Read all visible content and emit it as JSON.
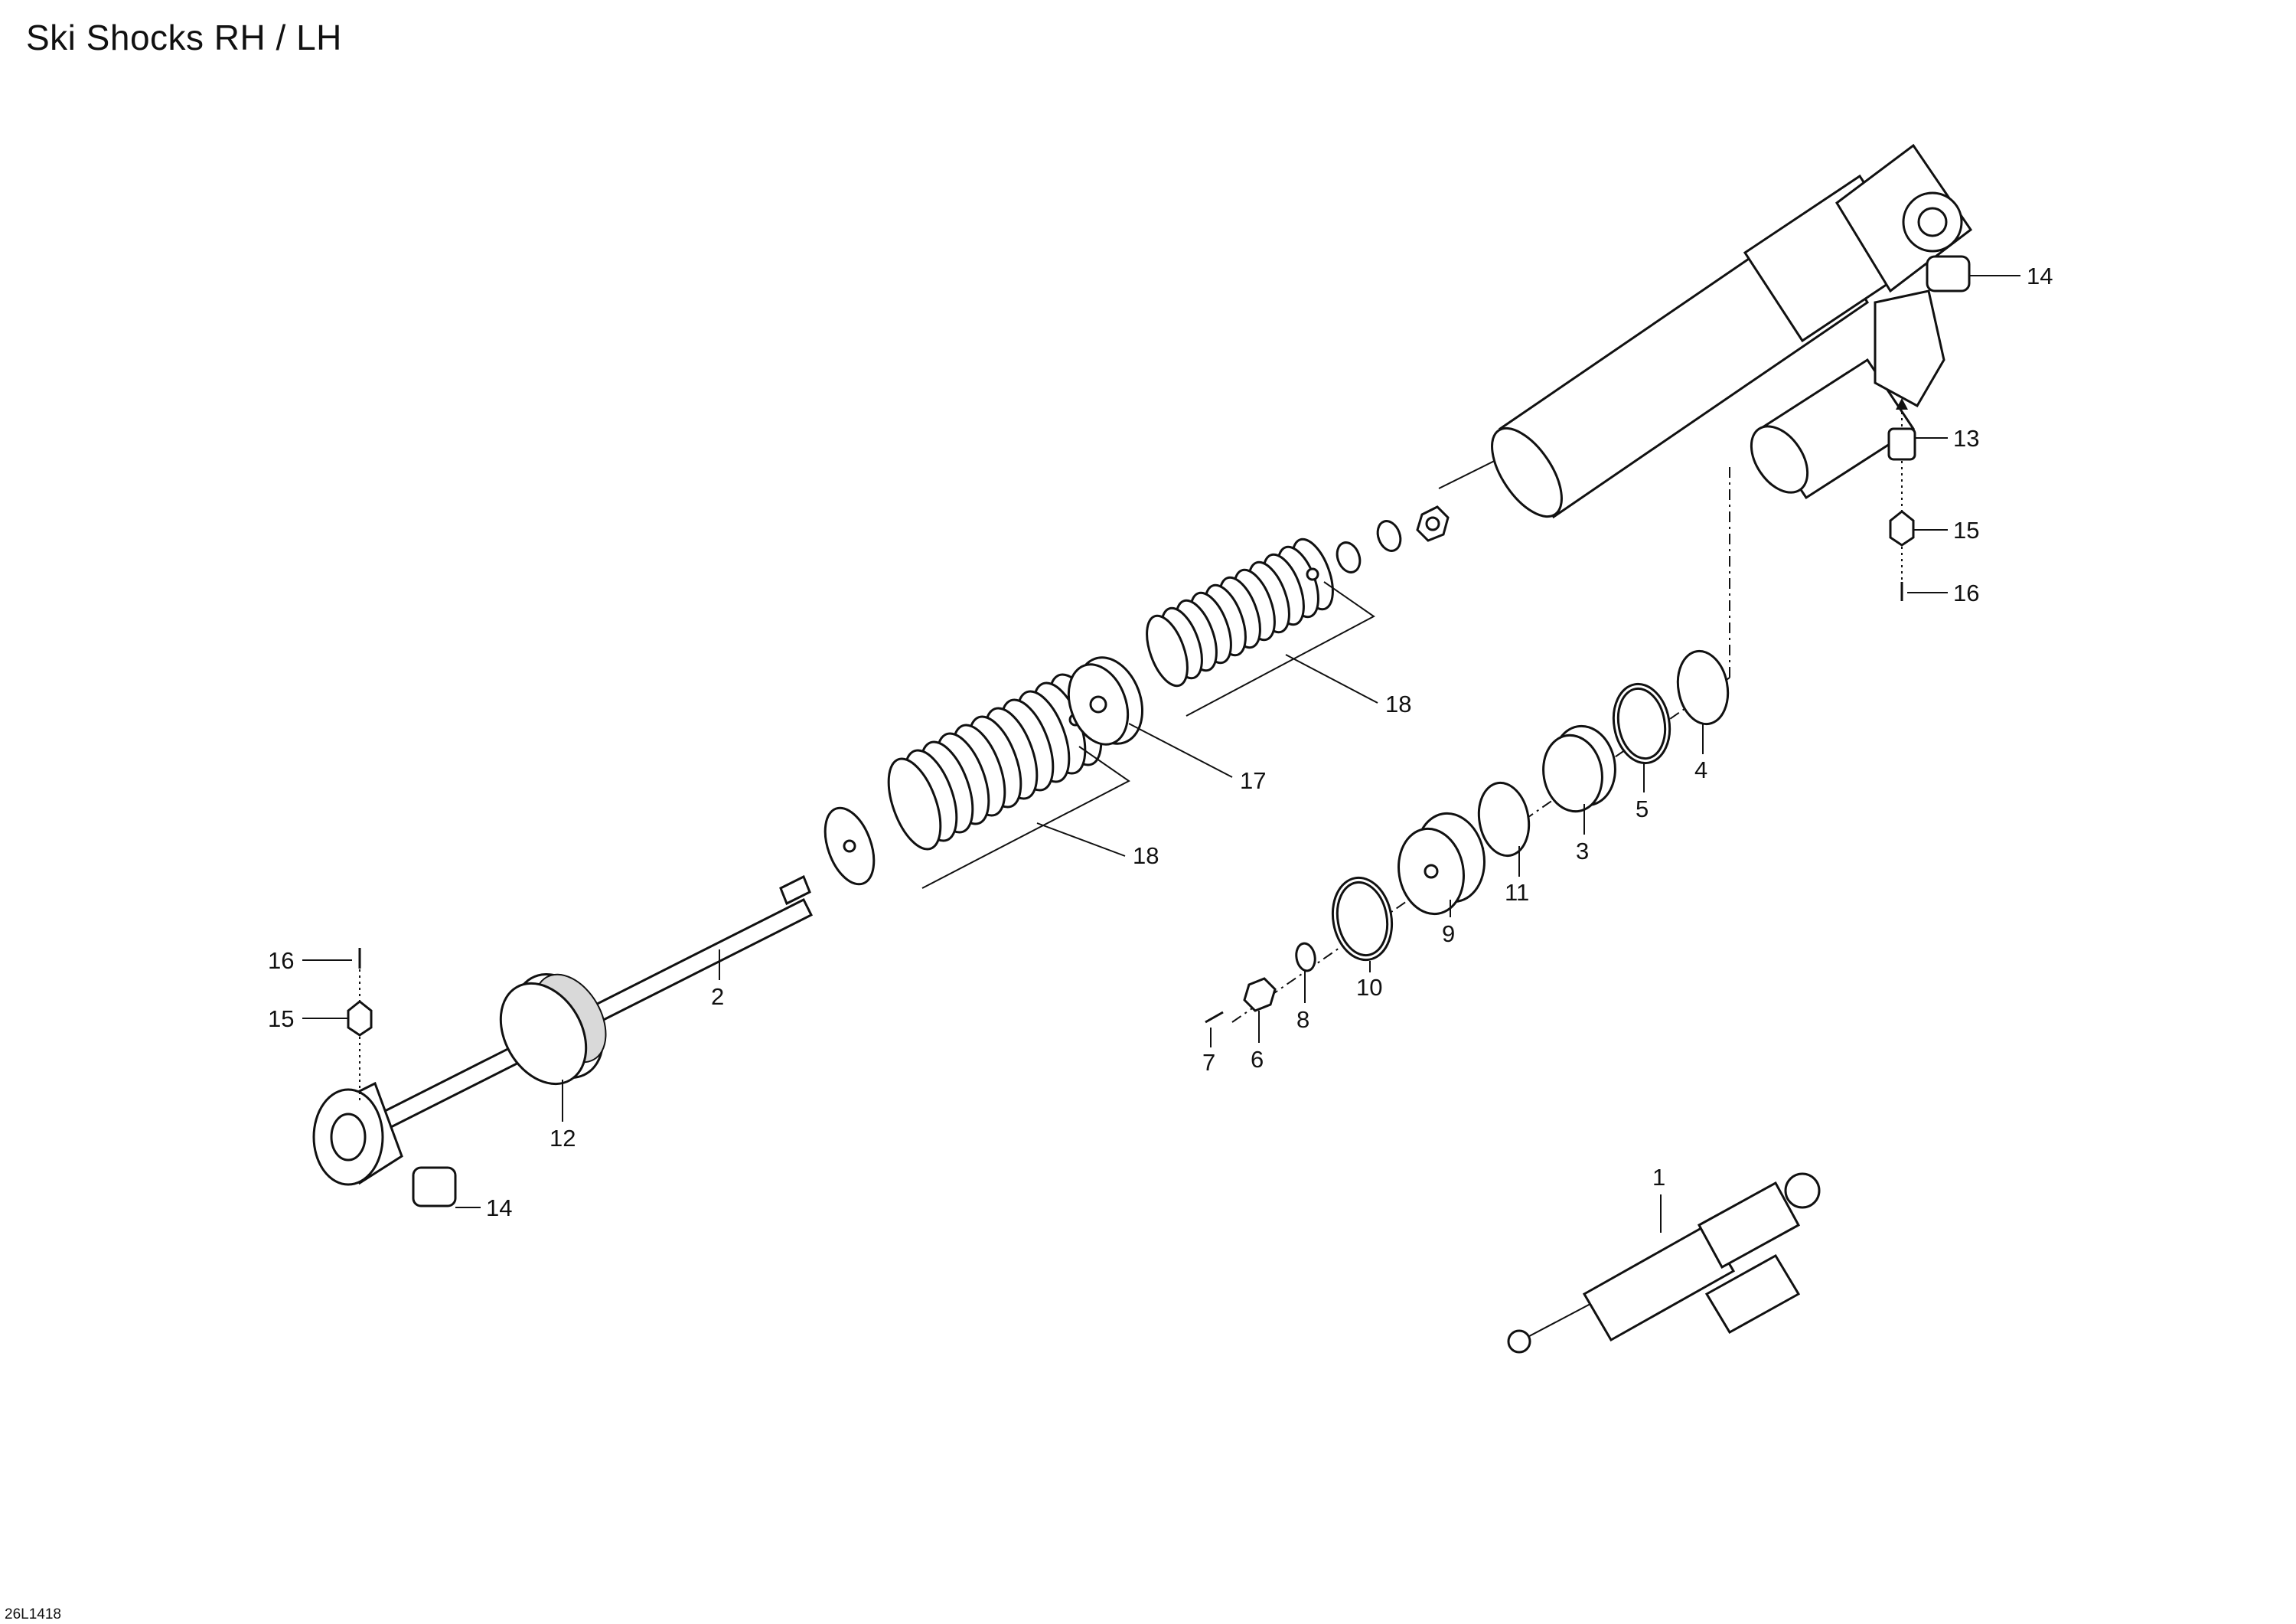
{
  "title": "Ski Shocks RH / LH",
  "figure_code": "26L1418",
  "callouts": [
    {
      "id": "1",
      "label": "1"
    },
    {
      "id": "2",
      "label": "2"
    },
    {
      "id": "3",
      "label": "3"
    },
    {
      "id": "4",
      "label": "4"
    },
    {
      "id": "5",
      "label": "5"
    },
    {
      "id": "6",
      "label": "6"
    },
    {
      "id": "7",
      "label": "7"
    },
    {
      "id": "8",
      "label": "8"
    },
    {
      "id": "9",
      "label": "9"
    },
    {
      "id": "10",
      "label": "10"
    },
    {
      "id": "11",
      "label": "11"
    },
    {
      "id": "12",
      "label": "12"
    },
    {
      "id": "13",
      "label": "13"
    },
    {
      "id": "14a",
      "label": "14"
    },
    {
      "id": "14b",
      "label": "14"
    },
    {
      "id": "15a",
      "label": "15"
    },
    {
      "id": "15b",
      "label": "15"
    },
    {
      "id": "16a",
      "label": "16"
    },
    {
      "id": "16b",
      "label": "16"
    },
    {
      "id": "17",
      "label": "17"
    },
    {
      "id": "18a",
      "label": "18"
    },
    {
      "id": "18b",
      "label": "18"
    }
  ]
}
